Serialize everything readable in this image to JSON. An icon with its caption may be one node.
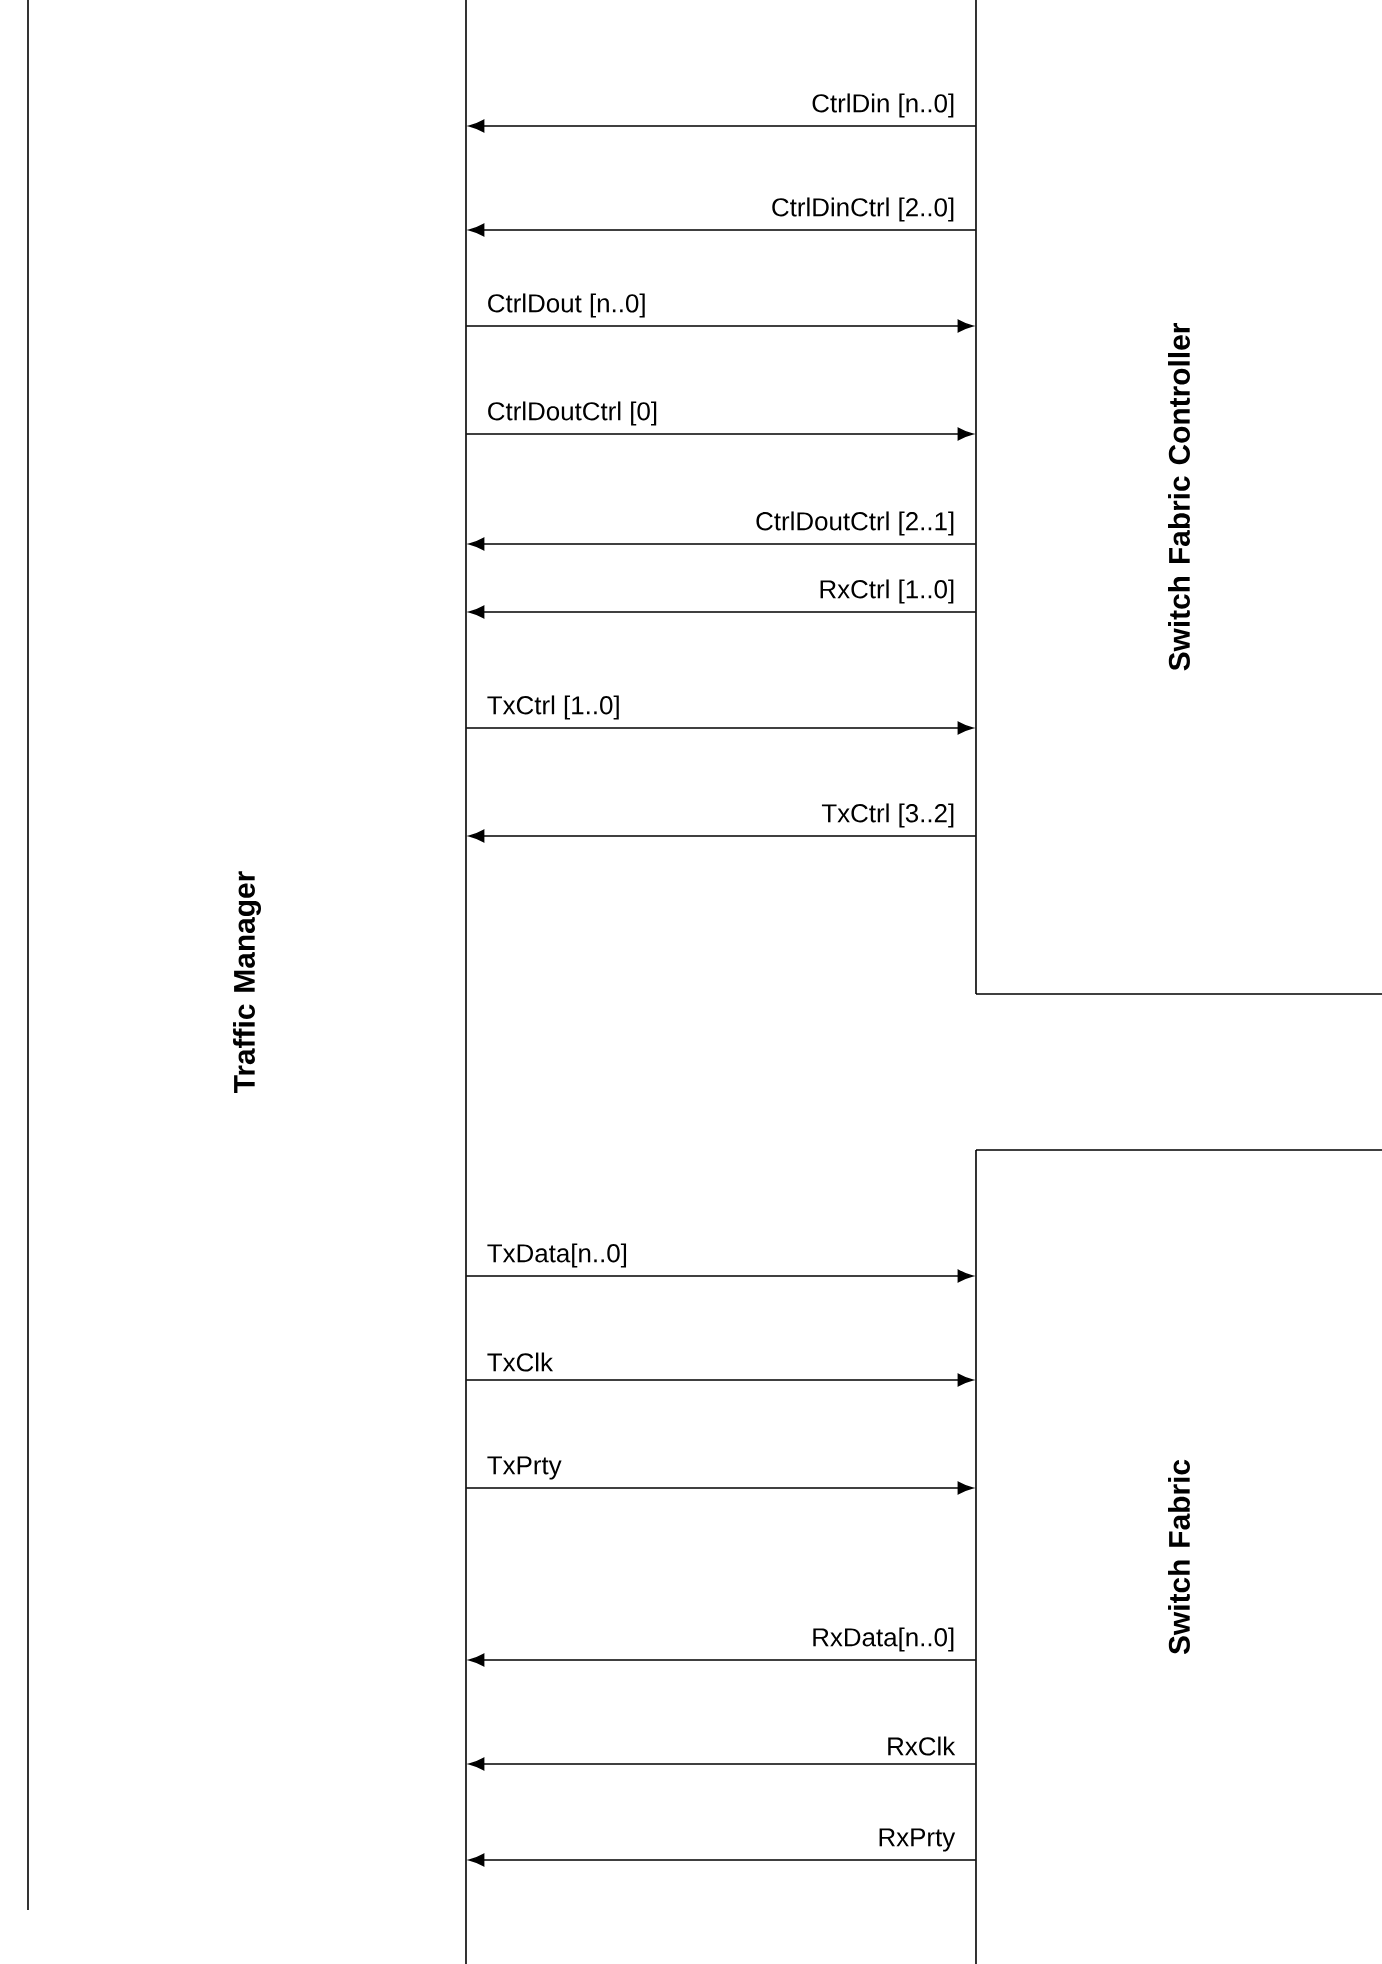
{
  "diagram": {
    "nodes": [
      {
        "text": [
          "Traffic Manager"
        ]
      },
      {
        "text": [
          "Switch Fabric Controller"
        ]
      },
      {
        "text": [
          "Switch Fabric"
        ]
      }
    ],
    "edges": [
      {
        "from": 1,
        "to": 0,
        "arrow": "to",
        "label": "CtrlDin [n..0]"
      },
      {
        "from": 1,
        "to": 0,
        "arrow": "to",
        "label": "CtrlDinCtrl [2..0]"
      },
      {
        "from": 0,
        "to": 1,
        "arrow": "to",
        "label": "CtrlDout [n..0]"
      },
      {
        "from": 0,
        "to": 1,
        "arrow": "to",
        "label": "CtrlDoutCtrl [0]"
      },
      {
        "from": 1,
        "to": 0,
        "arrow": "to",
        "label": "CtrlDoutCtrl [2..1]"
      },
      {
        "from": 1,
        "to": 0,
        "arrow": "to",
        "label": "RxCtrl [1..0]"
      },
      {
        "from": 0,
        "to": 1,
        "arrow": "to",
        "label": "TxCtrl [1..0]"
      },
      {
        "from": 1,
        "to": 0,
        "arrow": "to",
        "label": "TxCtrl [3..2]"
      },
      {
        "from": 0,
        "to": 2,
        "arrow": "to",
        "label": "TxData[n..0]"
      },
      {
        "from": 0,
        "to": 2,
        "arrow": "to",
        "label": "TxClk"
      },
      {
        "from": 0,
        "to": 2,
        "arrow": "to",
        "label": "TxPrty"
      },
      {
        "from": 2,
        "to": 0,
        "arrow": "to",
        "label": "RxData[n..0]"
      },
      {
        "from": 2,
        "to": 0,
        "arrow": "to",
        "label": "RxClk"
      },
      {
        "from": 2,
        "to": 0,
        "arrow": "to",
        "label": "RxPrty"
      }
    ]
  }
}
